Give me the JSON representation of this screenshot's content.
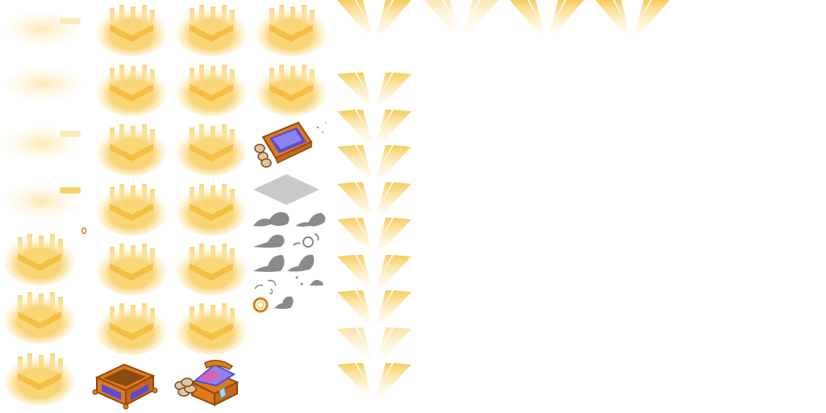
{
  "sprite_sheet": {
    "background": "#ffffff",
    "palette": {
      "glow_gold": "#f6c64a",
      "glow_soft": "#fde7a6",
      "wood_orange": "#e07a1a",
      "wood_dark": "#8a4a10",
      "velvet_purple": "#5a4ad6",
      "velvet_light": "#8c84f0",
      "smoke_gray": "#8a8a8a",
      "shadow_gray": "#c9c9c9",
      "ring_orange": "#d9801e",
      "crystal_blue": "#a8d8f0"
    },
    "sprites": [
      {
        "name": "chest-open-glow",
        "count": 20
      },
      {
        "name": "chest-empty",
        "count": 1
      },
      {
        "name": "chest-with-treasure",
        "count": 1
      },
      {
        "name": "chest-lid",
        "count": 1
      },
      {
        "name": "chest-shadow",
        "count": 1
      },
      {
        "name": "smoke-puff",
        "count": 10
      },
      {
        "name": "coin-ring",
        "count": 1
      },
      {
        "name": "light-rays",
        "count": 13
      }
    ]
  }
}
